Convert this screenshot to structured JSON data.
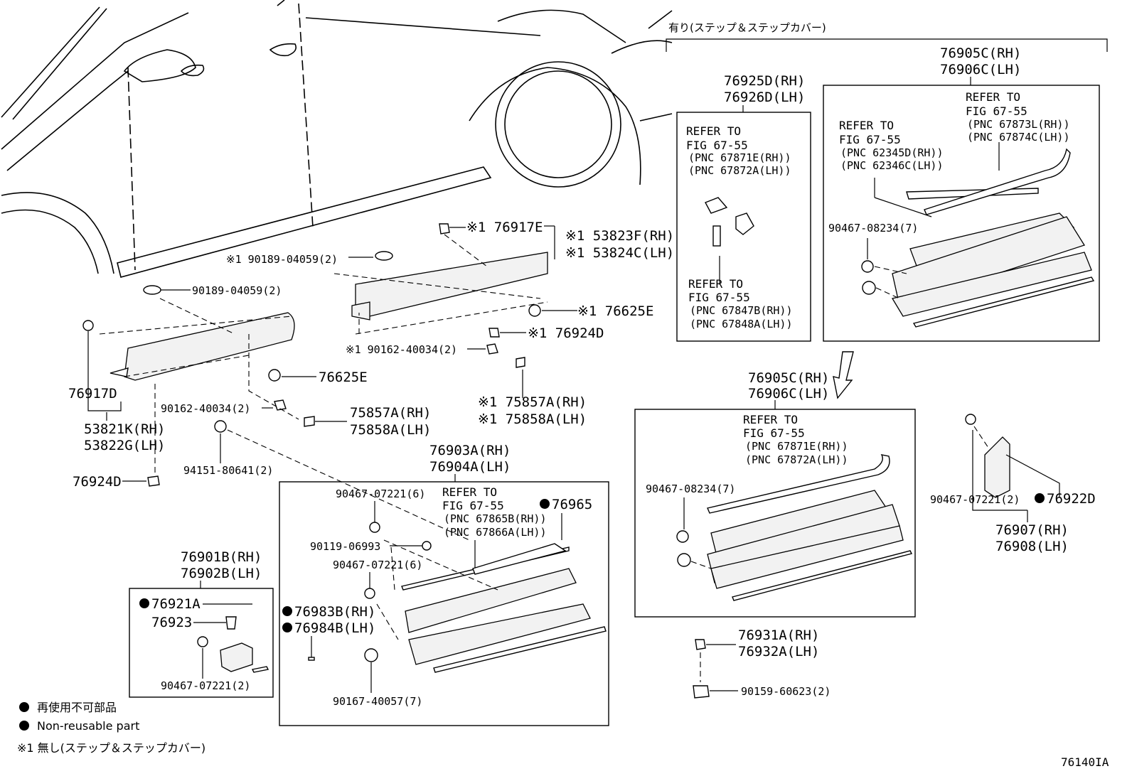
{
  "diagram_id": "76140IA",
  "header": {
    "with_step_label": "有り(ステップ＆ステップカバー)"
  },
  "legend": {
    "non_reusable_jp": "再使用不可部品",
    "non_reusable_en": "Non-reusable part",
    "note1": "※1 無し(ステップ＆ステップカバー)"
  },
  "refer": {
    "line1": "REFER TO",
    "line2": "FIG 67-55",
    "pnc_67871E": "(PNC 67871E(RH))",
    "pnc_67872A": "(PNC 67872A(LH))",
    "pnc_67847B": "(PNC 67847B(RH))",
    "pnc_67848A": "(PNC 67848A(LH))",
    "pnc_62345D": "(PNC 62345D(RH))",
    "pnc_62346C": "(PNC 62346C(LH))",
    "pnc_67873L": "(PNC 67873L(RH))",
    "pnc_67874C": "(PNC 67874C(LH))",
    "pnc_67865B": "(PNC 67865B(RH))",
    "pnc_67866A": "(PNC 67866A(LH))"
  },
  "parts": {
    "p76917E": "※1 76917E",
    "p53823F": "※1 53823F(RH)",
    "p53824C": "※1 53824C(LH)",
    "p90189_top": "※1 90189-04059(2)",
    "p90189": "90189-04059(2)",
    "p76625E_s1": "※1 76625E",
    "p76924D_s1": "※1 76924D",
    "p90162_s1": "※1 90162-40034(2)",
    "p75857A_s1": "※1 75857A(RH)",
    "p75858A_s1": "※1 75858A(LH)",
    "p76625E": "76625E",
    "p90162": "90162-40034(2)",
    "p75857A": "75857A(RH)",
    "p75858A": "75858A(LH)",
    "p76917D": "76917D",
    "p53821K": "53821K(RH)",
    "p53822G": "53822G(LH)",
    "p76924D": "76924D",
    "p94151": "94151-80641(2)",
    "p76903A": "76903A(RH)",
    "p76904A": "76904A(LH)",
    "p90467_07221_6a": "90467-07221(6)",
    "p90467_07221_6b": "90467-07221(6)",
    "p90119": "90119-06993",
    "p76965": "76965",
    "p76983B": "76983B(RH)",
    "p76984B": "76984B(LH)",
    "p90167": "90167-40057(7)",
    "p76901B": "76901B(RH)",
    "p76902B": "76902B(LH)",
    "p76921A": "76921A",
    "p76923": "76923",
    "p90467_07221_2": "90467-07221(2)",
    "p76925D": "76925D(RH)",
    "p76926D": "76926D(LH)",
    "p76905C_top": "76905C(RH)",
    "p76906C_top": "76906C(LH)",
    "p90467_08234_top": "90467-08234(7)",
    "p76905C": "76905C(RH)",
    "p76906C": "76906C(LH)",
    "p90467_08234": "90467-08234(7)",
    "p90467_07221_2b": "90467-07221(2)",
    "p76922D": "76922D",
    "p76907": "76907(RH)",
    "p76908": "76908(LH)",
    "p76931A": "76931A(RH)",
    "p76932A": "76932A(LH)",
    "p90159": "90159-60623(2)"
  }
}
